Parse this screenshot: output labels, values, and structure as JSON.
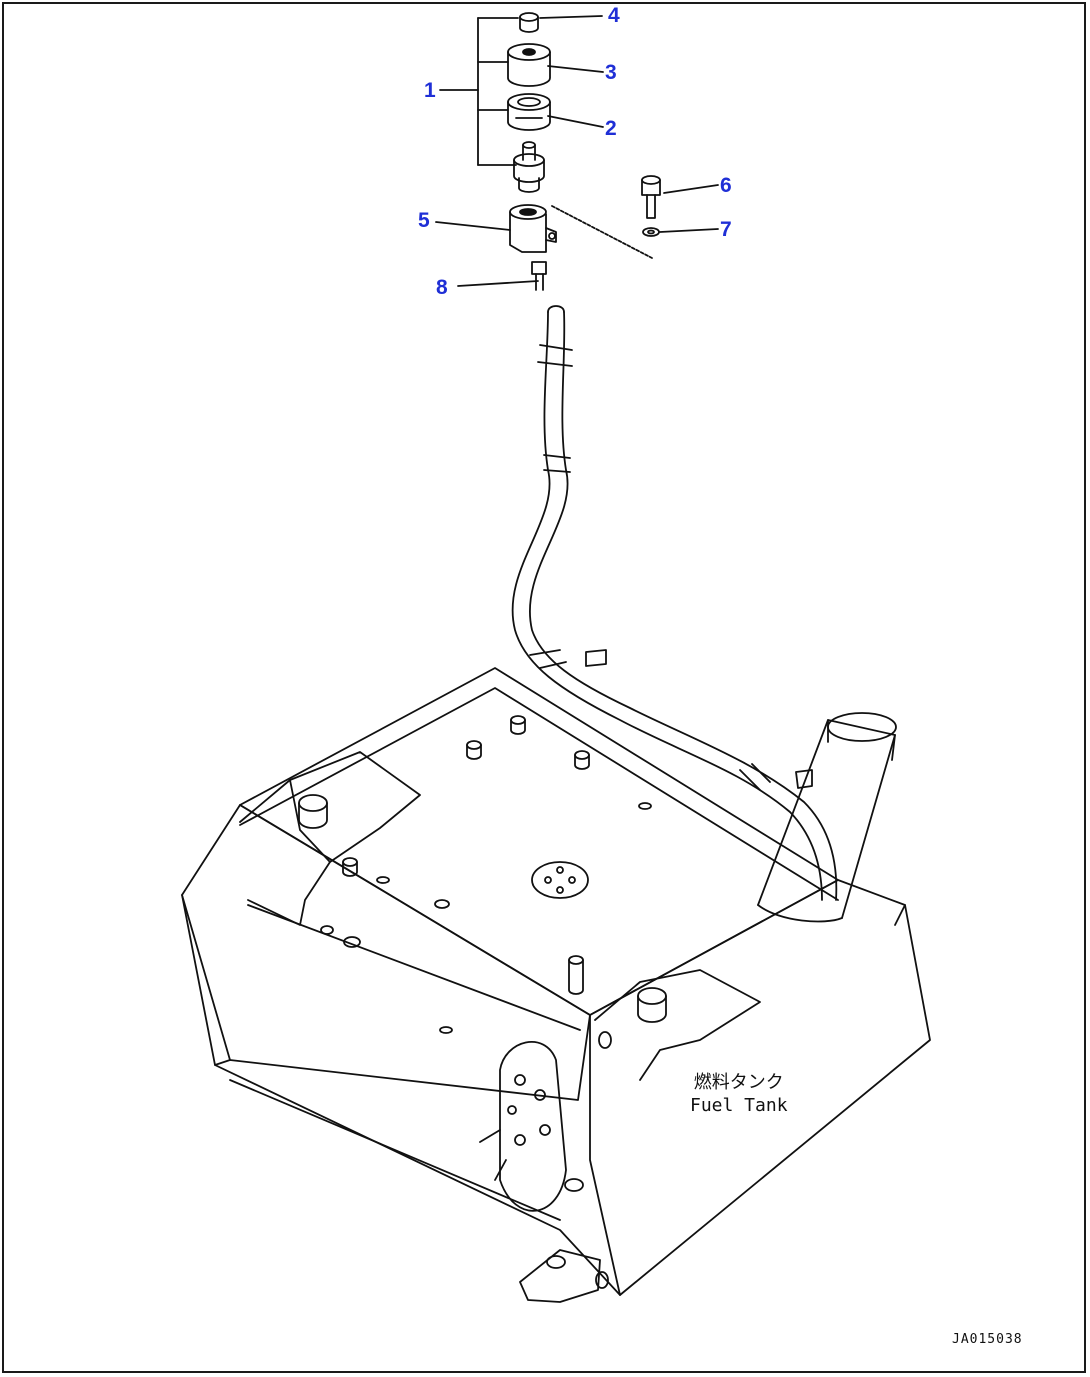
{
  "callouts": [
    "1",
    "2",
    "3",
    "4",
    "5",
    "6",
    "7",
    "8"
  ],
  "tank_label": {
    "japanese": "燃料タンク",
    "english": "Fuel Tank"
  },
  "drawing_id": "JA015038",
  "colors": {
    "callout": "#1f2fd6",
    "line": "#111111",
    "background": "#ffffff"
  }
}
